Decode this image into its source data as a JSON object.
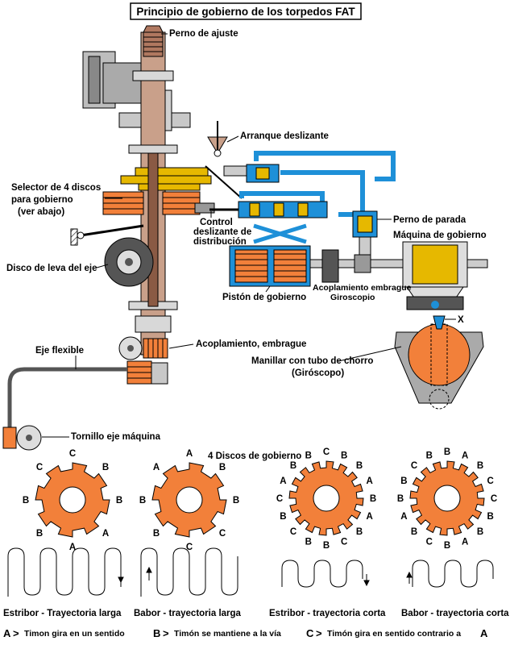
{
  "title": "Principio de gobierno de los torpedos FAT",
  "labels": {
    "perno_ajuste": "Perno de ajuste",
    "arranque": "Arranque deslizante",
    "selector_1": "Selector de 4 discos",
    "selector_2": "para gobierno",
    "selector_3": "(ver abajo)",
    "control_1": "Control",
    "control_2": "deslizante de",
    "control_3": "distribución",
    "perno_parada": "Perno de parada",
    "maquina": "Máquina de gobierno",
    "disco_leva": "Disco de leva del eje",
    "piston": "Pistón de gobierno",
    "acopl_giro_1": "Acoplamiento embrague",
    "acopl_giro_2": "Giroscopio",
    "x_mark": "X",
    "acopl_embrague": "Acoplamiento, embrague",
    "eje_flexible": "Eje flexible",
    "manillar_1": "Manillar con tubo de chorro",
    "manillar_2": "(Giróscopo)",
    "tornillo": "Tornillo eje máquina",
    "discos_gobierno": "4 Discos de gobierno"
  },
  "discs": [
    {
      "letters": [
        "C",
        "B",
        "B",
        "A",
        "A",
        "B",
        "B",
        "C"
      ]
    },
    {
      "letters": [
        "A",
        "B",
        "B",
        "C",
        "C",
        "B",
        "B",
        "A"
      ]
    },
    {
      "letters": [
        "C",
        "B",
        "B",
        "A",
        "B",
        "A",
        "B",
        "C",
        "B",
        "B",
        "C",
        "B",
        "C",
        "A",
        "B",
        "B"
      ]
    },
    {
      "letters": [
        "B",
        "A",
        "B",
        "C",
        "C",
        "B",
        "B",
        "A",
        "B",
        "C",
        "B",
        "A",
        "B",
        "B",
        "C",
        "B"
      ]
    }
  ],
  "captions": [
    "Estribor - Trayectoria larga",
    "Babor - trayectoria larga",
    "Estribor - trayectoria corta",
    "Babor - trayectoria corta"
  ],
  "legend": [
    {
      "key": "A",
      "text": "Timon gira en un sentido"
    },
    {
      "key": "B",
      "text": "Timón se mantiene a la vía"
    },
    {
      "key": "C",
      "text": "Timón gira en sentido contrario a",
      "suffix": "A"
    }
  ],
  "colors": {
    "orange": "#f2803a",
    "blue": "#1e90d8",
    "yellow": "#e6b800",
    "gray": "#a0a0a0",
    "dark": "#444444"
  }
}
